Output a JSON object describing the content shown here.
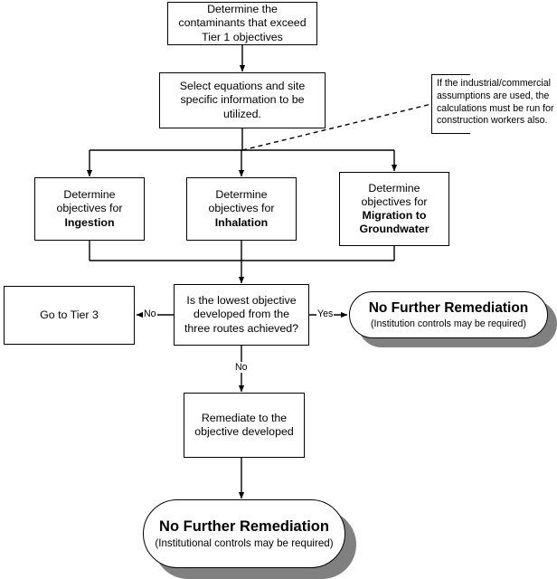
{
  "chart_data": {
    "type": "diagram",
    "title": "Tier 2 remediation objectives flowchart",
    "nodes": [
      {
        "id": "determine-contaminants",
        "shape": "rectangle",
        "lines": [
          "Determine the",
          "contaminants that exceed",
          "Tier 1 objectives"
        ]
      },
      {
        "id": "select-equations",
        "shape": "rectangle",
        "lines": [
          "Select equations and site",
          "specific information to be",
          "utilized."
        ]
      },
      {
        "id": "ingestion",
        "shape": "rectangle",
        "lines": [
          "Determine",
          "objectives for",
          "Ingestion"
        ]
      },
      {
        "id": "inhalation",
        "shape": "rectangle",
        "lines": [
          "Determine",
          "objectives for",
          "Inhalation"
        ]
      },
      {
        "id": "migration",
        "shape": "rectangle",
        "lines": [
          "Determine",
          "objectives for",
          "Migration to",
          "Groundwater"
        ]
      },
      {
        "id": "decision",
        "shape": "rectangle",
        "lines": [
          "Is the lowest objective",
          "developed from the",
          "three routes achieved?"
        ]
      },
      {
        "id": "tier3",
        "shape": "rectangle",
        "lines": [
          "Go to Tier 3"
        ]
      },
      {
        "id": "nfr-right",
        "shape": "stadium",
        "lines": [
          "No Further Remediation",
          "(Institution controls may be required)"
        ]
      },
      {
        "id": "remediate",
        "shape": "rectangle",
        "lines": [
          "Remediate to the",
          "objective developed"
        ]
      },
      {
        "id": "nfr-bottom",
        "shape": "stadium",
        "lines": [
          "No Further Remediation",
          "(Institutional controls may be required)"
        ]
      },
      {
        "id": "note",
        "shape": "note",
        "lines": [
          "If the industrial/commercial",
          "assumptions are used, the",
          "calculations must be run for",
          "construction workers also."
        ]
      }
    ],
    "edges": [
      {
        "from": "determine-contaminants",
        "to": "select-equations",
        "label": ""
      },
      {
        "from": "select-equations",
        "to": "ingestion",
        "label": ""
      },
      {
        "from": "select-equations",
        "to": "inhalation",
        "label": ""
      },
      {
        "from": "select-equations",
        "to": "migration",
        "label": ""
      },
      {
        "from": "ingestion",
        "to": "decision",
        "label": ""
      },
      {
        "from": "inhalation",
        "to": "decision",
        "label": ""
      },
      {
        "from": "migration",
        "to": "decision",
        "label": ""
      },
      {
        "from": "decision",
        "to": "tier3",
        "label": "No"
      },
      {
        "from": "decision",
        "to": "nfr-right",
        "label": "Yes"
      },
      {
        "from": "decision",
        "to": "remediate",
        "label": "No"
      },
      {
        "from": "remediate",
        "to": "nfr-bottom",
        "label": ""
      },
      {
        "from": "note",
        "to": "select-equations",
        "label": "",
        "style": "dashed"
      }
    ],
    "colors": {
      "line": "#000000",
      "fill": "#ffffff",
      "shadow": "#808080",
      "text": "#000000"
    }
  },
  "nodes": {
    "determine_contaminants": {
      "line1": "Determine the",
      "line2": "contaminants that exceed",
      "line3": "Tier 1 objectives"
    },
    "select_equations": {
      "line1": "Select equations and site",
      "line2": "specific information to be",
      "line3": "utilized."
    },
    "ingestion": {
      "line1": "Determine",
      "line2": "objectives for",
      "line3": "Ingestion"
    },
    "inhalation": {
      "line1": "Determine",
      "line2": "objectives for",
      "line3": "Inhalation"
    },
    "migration": {
      "line1": "Determine",
      "line2": "objectives for",
      "line3": "Migration to",
      "line4": "Groundwater"
    },
    "decision": {
      "line1": "Is the lowest objective",
      "line2": "developed from the",
      "line3": "three routes achieved?"
    },
    "tier3": {
      "line1": "Go to Tier 3"
    },
    "nfr_right": {
      "title": "No Further Remediation",
      "subtitle": "(Institution controls may be required)"
    },
    "remediate": {
      "line1": "Remediate to the",
      "line2": "objective developed"
    },
    "nfr_bottom": {
      "title": "No Further Remediation",
      "subtitle": "(Institutional controls may be required)"
    },
    "note": {
      "line1": "If the industrial/commercial",
      "line2": "assumptions are used, the",
      "line3": "calculations must be run for",
      "line4": "construction workers also."
    }
  },
  "edge_labels": {
    "no_left": "No",
    "yes_right": "Yes",
    "no_down": "No"
  }
}
